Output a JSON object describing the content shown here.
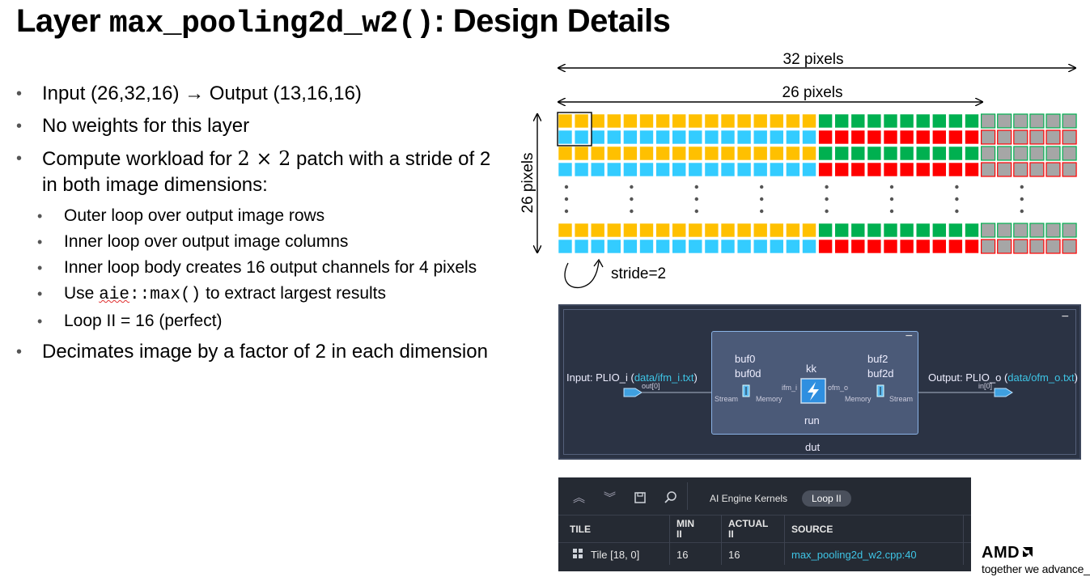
{
  "title": {
    "prefix": "Layer",
    "code": "max_pooling2d_w2()",
    "suffix": ": Design Details"
  },
  "bullets": {
    "b1": "Input (26,32,16) → Output (13,16,16)",
    "b2": "No weights for this layer",
    "b3_a": "Compute workload for",
    "b3_math": "2 × 2",
    "b3_b": "patch with a stride of 2 in both image dimensions:",
    "sub1": "Outer loop over output image rows",
    "sub2": "Inner loop over output image columns",
    "sub3": "Inner loop body creates 16 output channels for 4 pixels",
    "sub4_a": "Use",
    "sub4_code_a": "aie",
    "sub4_code_b": "::max()",
    "sub4_b": "to extract largest results",
    "sub5": "Loop II = 16 (perfect)",
    "b4": "Decimates image by a factor of 2 in each dimension"
  },
  "diagram": {
    "label_32": "32 pixels",
    "label_26_top": "26 pixels",
    "label_26_side": "26 pixels",
    "stride_label": "stride=2",
    "colors": {
      "yellow": "#ffc000",
      "cyan": "#33ccff",
      "green": "#00b050",
      "red": "#ff0000",
      "gray": "#a6a6a6"
    }
  },
  "graph": {
    "input_label": "Input: PLIO_i (",
    "input_file": "data/ifm_i.txt",
    "input_close": ")",
    "output_label": "Output: PLIO_o (",
    "output_file": "data/ofm_o.txt",
    "output_close": ")",
    "out_port": "out[0]",
    "in_port": "in[0]",
    "buf0": "buf0",
    "buf0d": "buf0d",
    "buf2": "buf2",
    "buf2d": "buf2d",
    "kernel": "kk",
    "run": "run",
    "dut": "dut",
    "ifm": "ifm_i",
    "ofm": "ofm_o",
    "stream_l": "Stream",
    "memory_l": "Memory",
    "memory_r": "Memory",
    "stream_r": "Stream",
    "minimize": "−"
  },
  "table": {
    "tab_kernels": "AI Engine Kernels",
    "tab_loop": "Loop II",
    "headers": {
      "tile": "TILE",
      "min1": "MIN",
      "min2": "II",
      "act1": "ACTUAL",
      "act2": "II",
      "source": "SOURCE"
    },
    "row": {
      "tile": "Tile [18, 0]",
      "min": "16",
      "actual": "16",
      "source": "max_pooling2d_w2.cpp:40"
    }
  },
  "brand": {
    "logo": "AMD",
    "tagline": "together we advance_"
  }
}
